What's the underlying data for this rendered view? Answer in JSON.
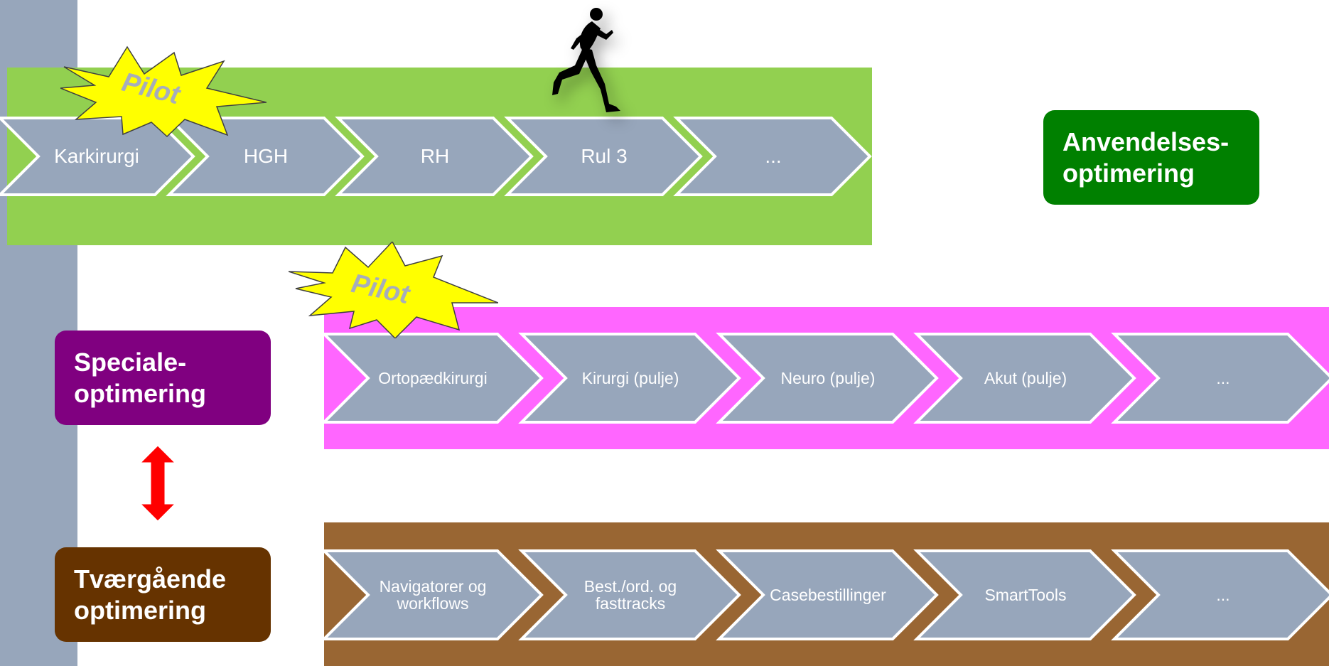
{
  "rows": {
    "anvendelse": {
      "title": "Anvendelses-optimering",
      "title_lines": [
        "Anvendelses-",
        "optimering"
      ],
      "badge": "Pilot",
      "steps": [
        "Karkirurgi",
        "HGH",
        "RH",
        "Rul 3",
        "..."
      ]
    },
    "speciale": {
      "title": "Speciale-optimering",
      "title_lines": [
        "Speciale-",
        "optimering"
      ],
      "badge": "Pilot",
      "steps": [
        "Ortopædkirurgi",
        "Kirurgi (pulje)",
        "Neuro (pulje)",
        "Akut (pulje)",
        "..."
      ]
    },
    "tvaergaaende": {
      "title": "Tværgående optimering",
      "title_lines": [
        "Tværgående",
        "optimering"
      ],
      "steps": [
        [
          "Navigatorer og",
          "workflows"
        ],
        [
          "Best./ord. og",
          "fasttracks"
        ],
        "Casebestillinger",
        "SmartTools",
        "..."
      ]
    }
  },
  "colors": {
    "chevron_fill": "#97a6bb",
    "chevron_stroke": "#ffffff",
    "band_green": "#92d050",
    "band_pink": "#ff66ff",
    "band_brown": "#996633",
    "box_green": "#008000",
    "box_purple": "#800080",
    "box_brown": "#663300",
    "burst_fill": "#ffff00",
    "arrow": "#ff0000"
  },
  "icons": [
    "runner-silhouette-icon",
    "double-arrow-vertical-icon",
    "starburst-icon"
  ]
}
